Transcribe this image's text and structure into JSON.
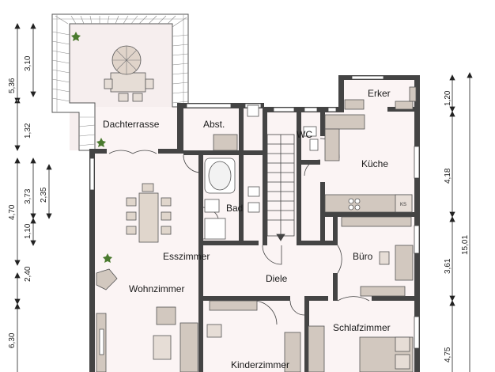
{
  "rooms": {
    "dachterrasse": "Dachterrasse",
    "abst": "Abst.",
    "wc": "WC",
    "erker": "Erker",
    "kueche": "Küche",
    "bad": "Bad",
    "esszimmer": "Esszimmer",
    "wohnzimmer": "Wohnzimmer",
    "diele": "Diele",
    "buero": "Büro",
    "schlafzimmer": "Schlafzimmer",
    "kinderzimmer": "Kinderzimmer"
  },
  "appliance_label": "KS",
  "dimensions": {
    "left_outer": [
      "5,36",
      "1,32",
      "4,70",
      "2,40",
      "6,30"
    ],
    "left_inner": [
      "3,10",
      "3,73",
      "1,10"
    ],
    "left_small": [
      "2,35"
    ],
    "right_inner": [
      "1,20",
      "4,18",
      "3,61",
      "4,75"
    ],
    "right_outer": [
      "15,01"
    ]
  },
  "colors": {
    "wall": "#444444",
    "floor": "#fbf4f4",
    "terrace": "#f6eeee",
    "furniture": "#d2c8bf",
    "stroke": "#333333"
  }
}
